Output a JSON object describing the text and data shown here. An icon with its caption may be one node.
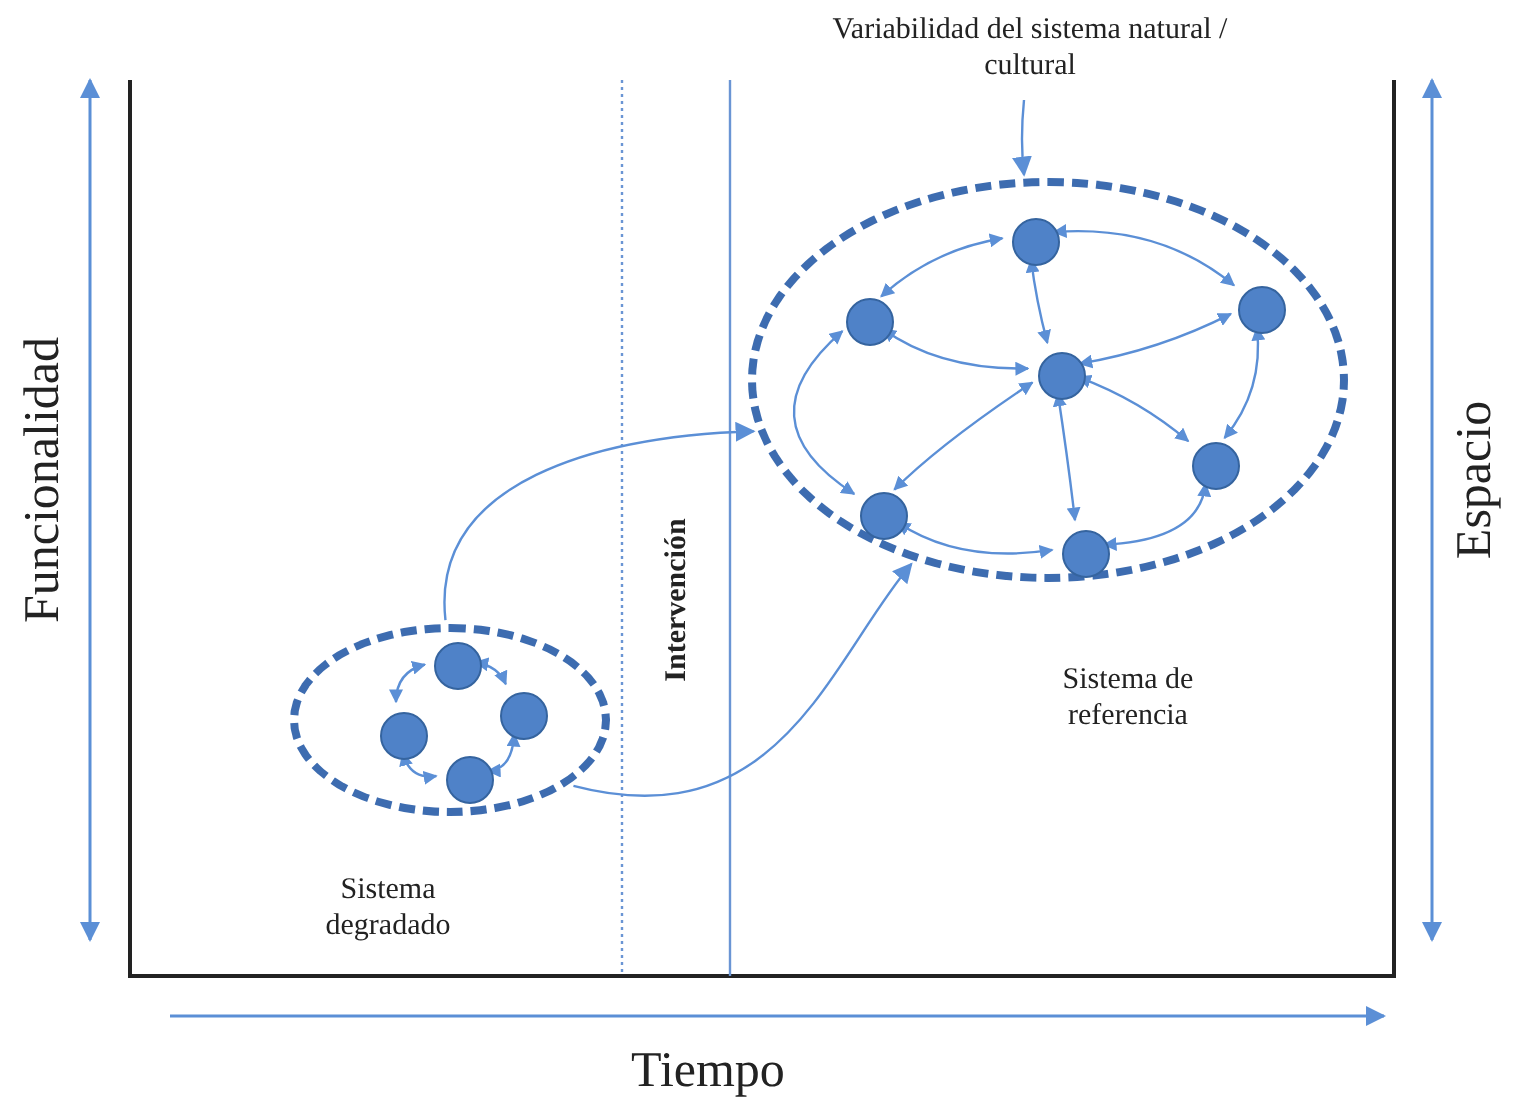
{
  "diagram": {
    "nodes": [
      {
        "text": [
          "Sistema degradado"
        ]
      },
      {
        "text": [],
        "shape": "circle",
        "in": 0
      },
      {
        "text": [],
        "shape": "circle",
        "in": 0
      },
      {
        "text": [],
        "shape": "circle",
        "in": 0
      },
      {
        "text": [],
        "shape": "circle",
        "in": 0
      },
      {
        "text": [
          "Sistema de referencia"
        ]
      },
      {
        "text": [],
        "shape": "circle",
        "in": 5
      },
      {
        "text": [],
        "shape": "circle",
        "in": 5
      },
      {
        "text": [],
        "shape": "circle",
        "in": 5
      },
      {
        "text": [],
        "shape": "circle",
        "in": 5
      },
      {
        "text": [],
        "shape": "circle",
        "in": 5
      },
      {
        "text": [],
        "shape": "circle",
        "in": 5
      },
      {
        "text": [],
        "shape": "circle",
        "in": 5
      },
      {
        "text": [
          "Variabilidad del sistema natural / cultural"
        ]
      }
    ],
    "edges": [
      {
        "from": 1,
        "to": 2,
        "arrow": "both"
      },
      {
        "from": 2,
        "to": 4,
        "arrow": "both"
      },
      {
        "from": 4,
        "to": 3,
        "arrow": "both"
      },
      {
        "from": 3,
        "to": 1,
        "arrow": "both"
      },
      {
        "from": 6,
        "to": 7,
        "arrow": "both"
      },
      {
        "from": 6,
        "to": 8,
        "arrow": "both"
      },
      {
        "from": 6,
        "to": 9,
        "arrow": "both"
      },
      {
        "from": 7,
        "to": 9,
        "arrow": "both"
      },
      {
        "from": 8,
        "to": 9,
        "arrow": "both"
      },
      {
        "from": 9,
        "to": 10,
        "arrow": "both"
      },
      {
        "from": 9,
        "to": 11,
        "arrow": "both"
      },
      {
        "from": 9,
        "to": 12,
        "arrow": "both"
      },
      {
        "from": 8,
        "to": 10,
        "arrow": "both"
      },
      {
        "from": 10,
        "to": 12,
        "arrow": "both"
      },
      {
        "from": 12,
        "to": 11,
        "arrow": "both"
      },
      {
        "from": 11,
        "to": 7,
        "arrow": "both"
      },
      {
        "from": 0,
        "to": 5,
        "arrow": "to"
      },
      {
        "from": 0,
        "to": 5,
        "arrow": "to"
      },
      {
        "from": 13,
        "to": 5,
        "arrow": "to"
      }
    ],
    "labels": [
      "Funcionalidad",
      "Intervención",
      "Espacio",
      "Tiempo"
    ]
  }
}
